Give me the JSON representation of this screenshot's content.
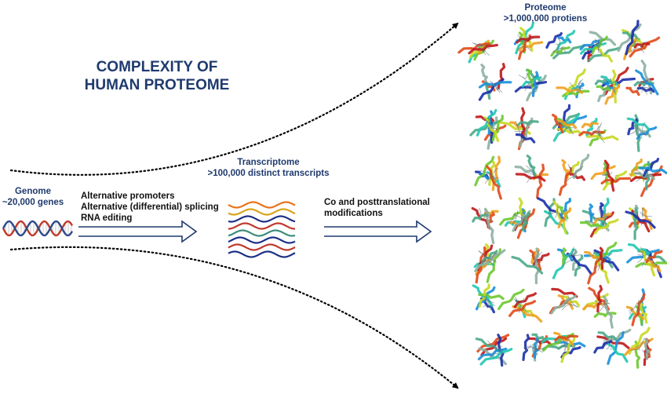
{
  "title": {
    "line1": "COMPLEXITY OF",
    "line2": "HUMAN PROTEOME"
  },
  "genome": {
    "line1": "Genome",
    "line2": "~20,000 genes"
  },
  "transcriptome": {
    "line1": "Transcriptome",
    "line2": ">100,000 distinct transcripts"
  },
  "proteome": {
    "line1": "Proteome",
    "line2": ">1,000,000 protiens"
  },
  "step1": {
    "line1": "Alternative promoters",
    "line2": "Alternative (differential) splicing",
    "line3": "RNA editing"
  },
  "step2": {
    "line1": "Co and posttranslational",
    "line2": "modifications"
  },
  "colors": {
    "navy": "#1f3a6e",
    "dna_red": "#c0392b",
    "dna_blue": "#2c4a8a"
  }
}
